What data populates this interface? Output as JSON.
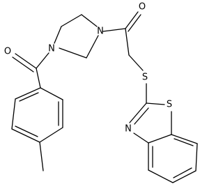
{
  "molecule": {
    "line_color": "#000000",
    "background": "#ffffff",
    "atom_labels": {
      "carbonyl_o_top": "O",
      "imid_n_right": "N",
      "imid_n_left": "N",
      "carbonyl_o_left": "O",
      "thioether_s": "S",
      "thiazole_s": "S",
      "thiazole_n": "N"
    }
  }
}
